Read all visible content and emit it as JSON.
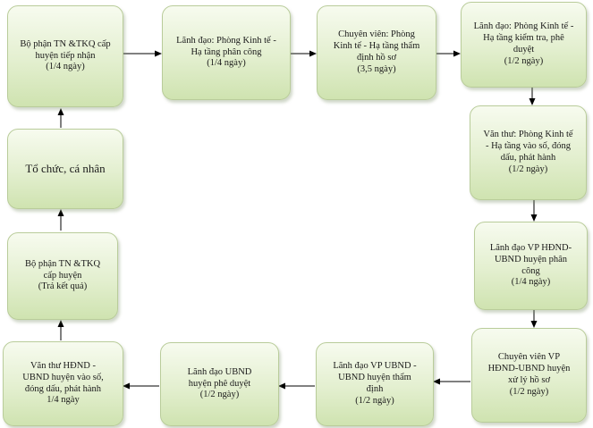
{
  "steps": [
    {
      "id": "s1",
      "text": "Bộ phận TN &TKQ cấp\nhuyện tiếp nhận\n(1/4 ngày)"
    },
    {
      "id": "s2",
      "text": "Lãnh đạo: Phòng Kinh tế -\nHạ tầng  phân công\n(1/4 ngày)"
    },
    {
      "id": "s3",
      "text": "Chuyên viên: Phòng\nKinh tế - Hạ tầng thẩm\nđịnh hồ sơ\n(3,5 ngày)"
    },
    {
      "id": "s4",
      "text": "Lãnh đạo: Phòng Kinh tế -\nHạ tầng  kiểm tra, phê\nduyệt\n(1/2 ngày)"
    },
    {
      "id": "s5",
      "text": "Văn thư: Phòng Kinh tế\n- Hạ tầng  vào số, đóng\ndấu, phát hành\n(1/2 ngày)"
    },
    {
      "id": "s6",
      "text": "Lãnh đạo VP HĐND-\nUBND huyện phân\ncông\n(1/4 ngày)"
    },
    {
      "id": "s7",
      "text": "Chuyên viên VP\nHĐND-UBND huyện\nxử lý hồ sơ\n(1/2 ngày)"
    },
    {
      "id": "s8",
      "text": "Lãnh đạo VP UBND -\nUBND huyện thẩm\nđịnh\n(1/2  ngày)"
    },
    {
      "id": "s9",
      "text": "Lãnh đạo UBND\nhuyện phê duyệt\n(1/2 ngày)"
    },
    {
      "id": "s10",
      "text": "Văn thư HĐND -\nUBND huyện vào số,\nđóng dấu, phát hành\n1/4  ngày"
    },
    {
      "id": "s11",
      "text": "Bộ phận TN &TKQ\ncấp huyện\n(Trả kết quả)"
    },
    {
      "id": "s12",
      "text": "Tổ chức, cá nhân"
    }
  ]
}
